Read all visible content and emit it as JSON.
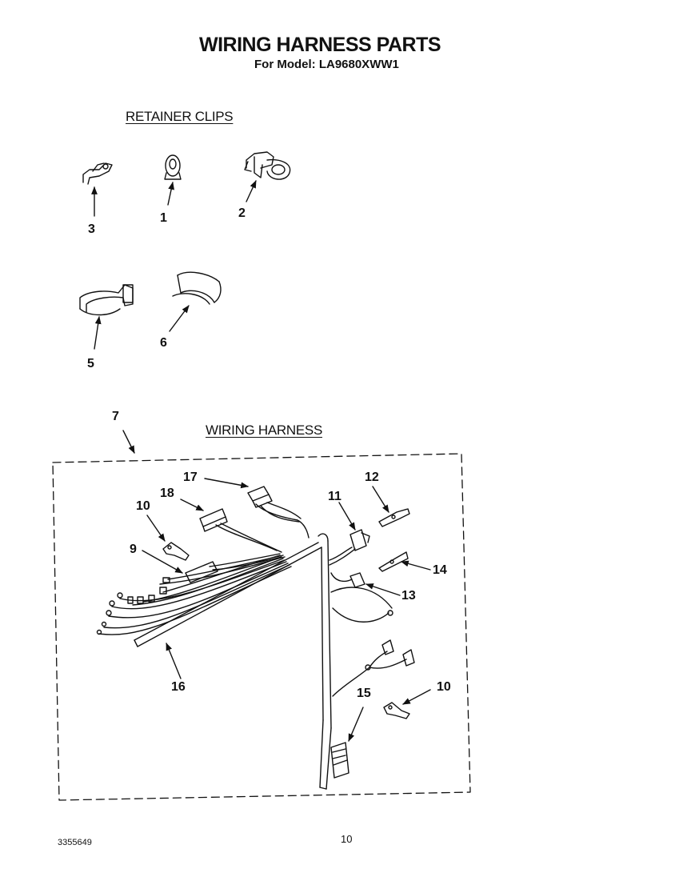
{
  "header": {
    "title": "WIRING HARNESS PARTS",
    "model_line": "For Model: LA9680XWW1"
  },
  "sections": {
    "retainer_clips": "RETAINER CLIPS",
    "wiring_harness": "WIRING HARNESS"
  },
  "callouts": {
    "c1": "1",
    "c2": "2",
    "c3": "3",
    "c5": "5",
    "c6": "6",
    "c7": "7",
    "c9": "9",
    "c10a": "10",
    "c10b": "10",
    "c11": "11",
    "c12": "12",
    "c13": "13",
    "c14": "14",
    "c15": "15",
    "c16": "16",
    "c17": "17",
    "c18": "18"
  },
  "footer": {
    "doc_number": "3355649",
    "page_number": "10"
  }
}
